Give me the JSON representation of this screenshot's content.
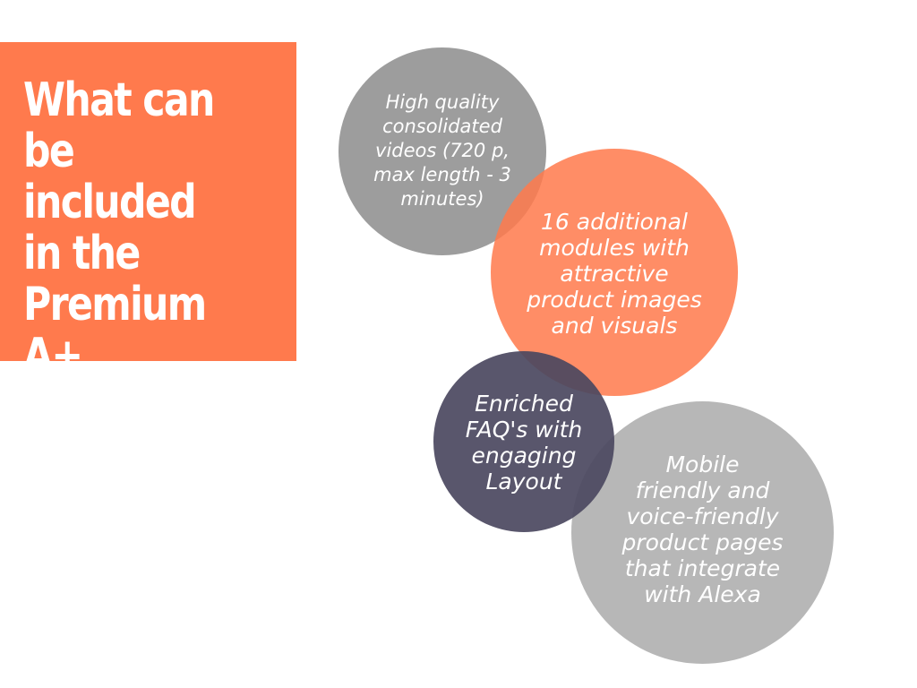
{
  "title": "What can\nbe included\nin the\nPremium A+\nContent?",
  "bubbles": {
    "videos": "High quality\nconsolidated\nvideos (720 p,\nmax length - 3\nminutes)",
    "modules": "16 additional\nmodules with\nattractive\nproduct images\nand visuals",
    "faq": "Enriched\nFAQ's with\nengaging\nLayout",
    "mobile": "Mobile\nfriendly and\nvoice-friendly\nproduct pages\nthat integrate\nwith Alexa"
  },
  "colors": {
    "accent_orange": "#ff7a4d",
    "gray_dark": "#9d9d9d",
    "gray_light": "#b7b7b7",
    "navy": "#4b4860",
    "text": "#ffffff"
  }
}
